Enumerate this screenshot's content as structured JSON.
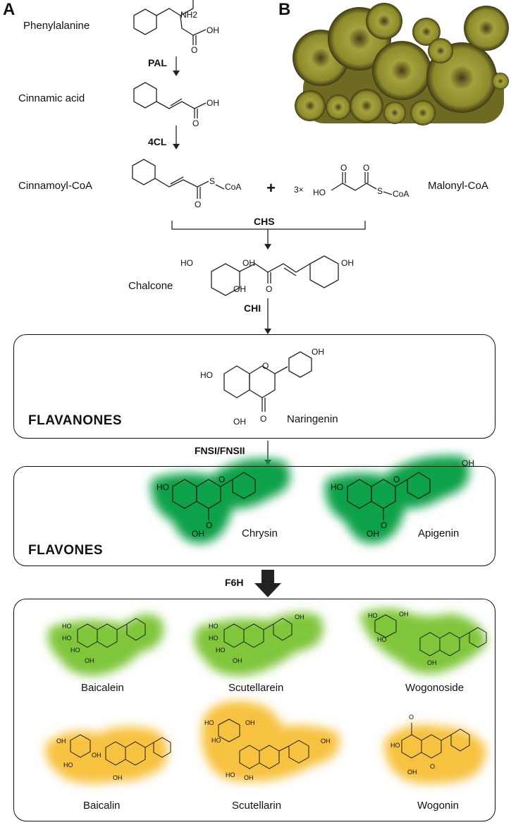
{
  "panels": {
    "a": "A",
    "b": "B"
  },
  "pathway": {
    "compounds": {
      "phenylalanine": "Phenylalanine",
      "cinnamic_acid": "Cinnamic acid",
      "cinnamoyl_coa": "Cinnamoyl-CoA",
      "malonyl_coa": "Malonyl-CoA",
      "chalcone": "Chalcone",
      "naringenin": "Naringenin"
    },
    "enzymes": {
      "pal": "PAL",
      "fourcl": "4CL",
      "chs": "CHS",
      "chi": "CHI",
      "fns": "FNSI/FNSII",
      "f6h": "F6H"
    },
    "plus": "+",
    "stoich": "3×",
    "atoms": {
      "nh2": "NH2",
      "oh": "OH",
      "ho": "HO",
      "o": "O",
      "s": "S",
      "coa": "CoA"
    }
  },
  "classes": {
    "flavanones": "FLAVANONES",
    "flavones": "FLAVONES"
  },
  "flavones": [
    "Chrysin",
    "Apigenin"
  ],
  "products": {
    "row1": [
      "Baicalein",
      "Scutellarein",
      "Wogonoside"
    ],
    "row2": [
      "Baicalin",
      "Scutellarin",
      "Wogonin"
    ]
  },
  "colors": {
    "flavone_highlight": "#0aa14a",
    "product_green": "#7fc63a",
    "product_yellow": "#f7c23f",
    "root_photo": "#8a8a2a"
  }
}
